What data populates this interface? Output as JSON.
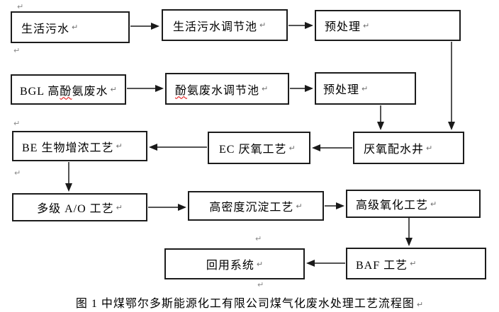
{
  "figure": {
    "caption": "图 1  中煤鄂尔多斯能源化工有限公司煤气化废水处理工艺流程图",
    "return_mark": "↵"
  },
  "colors": {
    "box_border": "#1c1c1c",
    "arrow_line": "#1a1a1a",
    "spellcheck_underline": "#e00000",
    "paragraph_mark": "#8a8a8a",
    "background": "#ffffff"
  },
  "nodes": {
    "sewage": {
      "label": "生活污水"
    },
    "sewage_tank": {
      "label": "生活污水调节池"
    },
    "pretreat_sewage": {
      "label": "预处理"
    },
    "bgl_wastewater": {
      "label_pre": "BGL 高",
      "label_misspelled": "酚",
      "label_post": "氨废水"
    },
    "phenol_tank": {
      "label_misspelled": "酚",
      "label_post": "氨废水调节池"
    },
    "pretreat_phenol": {
      "label": "预处理"
    },
    "be_process": {
      "label": "BE 生物增浓工艺"
    },
    "ec_process": {
      "label": "EC 厌氧工艺"
    },
    "anaerobic_well": {
      "label": "厌氧配水井"
    },
    "ao_process": {
      "label": "多级 A/O 工艺"
    },
    "sedimentation": {
      "label": "高密度沉淀工艺"
    },
    "oxidation": {
      "label": "高级氧化工艺"
    },
    "baf_process": {
      "label": "BAF 工艺"
    },
    "reuse_system": {
      "label": "回用系统"
    }
  },
  "edges": [
    {
      "from": "sewage",
      "to": "sewage_tank"
    },
    {
      "from": "sewage_tank",
      "to": "pretreat_sewage"
    },
    {
      "from": "bgl_wastewater",
      "to": "phenol_tank"
    },
    {
      "from": "phenol_tank",
      "to": "pretreat_phenol"
    },
    {
      "from": "pretreat_sewage",
      "to": "anaerobic_well"
    },
    {
      "from": "pretreat_phenol",
      "to": "anaerobic_well"
    },
    {
      "from": "anaerobic_well",
      "to": "ec_process"
    },
    {
      "from": "ec_process",
      "to": "be_process"
    },
    {
      "from": "be_process",
      "to": "ao_process"
    },
    {
      "from": "ao_process",
      "to": "sedimentation"
    },
    {
      "from": "sedimentation",
      "to": "oxidation"
    },
    {
      "from": "oxidation",
      "to": "baf_process"
    },
    {
      "from": "baf_process",
      "to": "reuse_system"
    }
  ]
}
